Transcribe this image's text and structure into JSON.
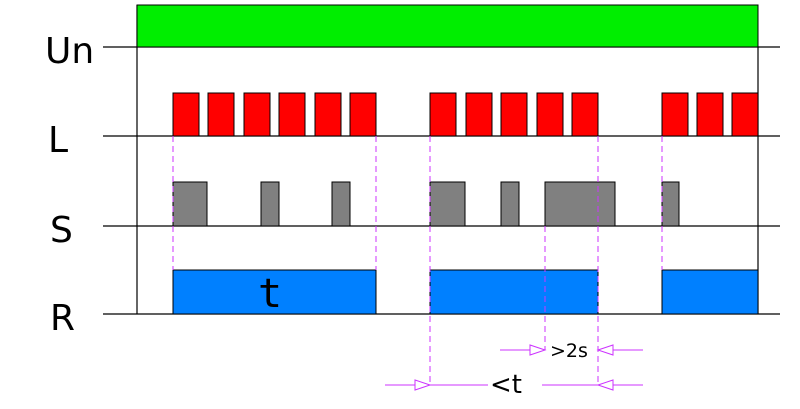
{
  "rows": [
    {
      "id": "un",
      "label": "Un"
    },
    {
      "id": "l",
      "label": "L"
    },
    {
      "id": "s",
      "label": "S"
    },
    {
      "id": "r",
      "label": "R"
    }
  ],
  "r_pulse_label": "t",
  "dimensions": {
    "min_gap": ">2s",
    "period": "<t"
  },
  "colors": {
    "un": "#00ee00",
    "l": "#ff0000",
    "s": "#808080",
    "r": "#0080ff",
    "guides": "#cc33ff",
    "lines": "#000000"
  }
}
